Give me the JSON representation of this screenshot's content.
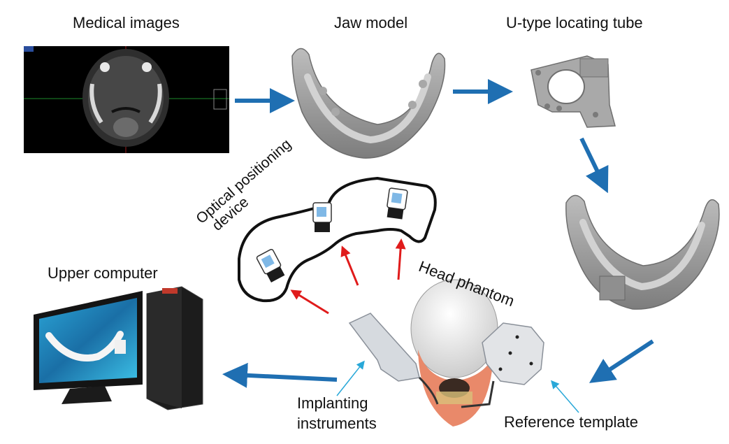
{
  "labels": {
    "medical_images": "Medical images",
    "jaw_model": "Jaw model",
    "u_tube": "U-type locating tube",
    "upper_computer": "Upper computer",
    "optical_line1": "Optical positioning",
    "optical_line2": "device",
    "head_phantom": "Head phantom",
    "implanting_line1": "Implanting",
    "implanting_line2": "instruments",
    "reference_template": "Reference template"
  },
  "colors": {
    "flow_arrow": "#1f6fb2",
    "signal_arrow": "#e01b1b",
    "pointer_line": "#29a8d8",
    "jaw_gray": "#9a9a9a",
    "face_skin": "#e9896a",
    "ct_background": "#000000"
  },
  "icons": [
    "ct-scan-image",
    "jaw-model-image",
    "u-tube-image",
    "jaw-with-tube-image",
    "computer-image",
    "camera-icon",
    "head-phantom-image",
    "reference-template-image",
    "implant-instrument-image"
  ]
}
